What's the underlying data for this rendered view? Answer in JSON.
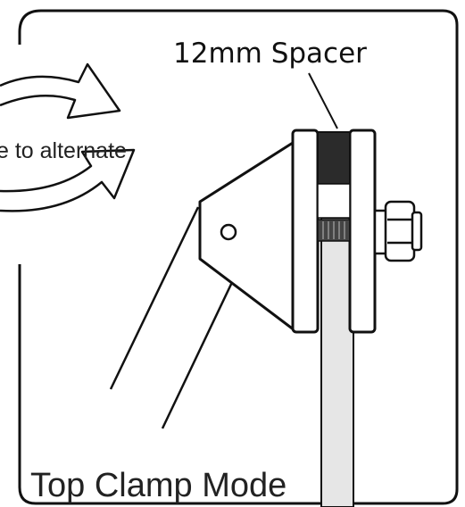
{
  "labels": {
    "spacer": "12mm Spacer",
    "rotate_hint": "e to alternate",
    "mode": "Top Clamp Mode"
  },
  "colors": {
    "line": "#111111",
    "spacer_fill": "#2b2b2b",
    "rail_fill": "#e6e6e6",
    "panel_fill": "#ffffff"
  },
  "icons": {
    "rotate": "rotate-arrows-icon",
    "bolt": "hex-bolt-icon"
  }
}
